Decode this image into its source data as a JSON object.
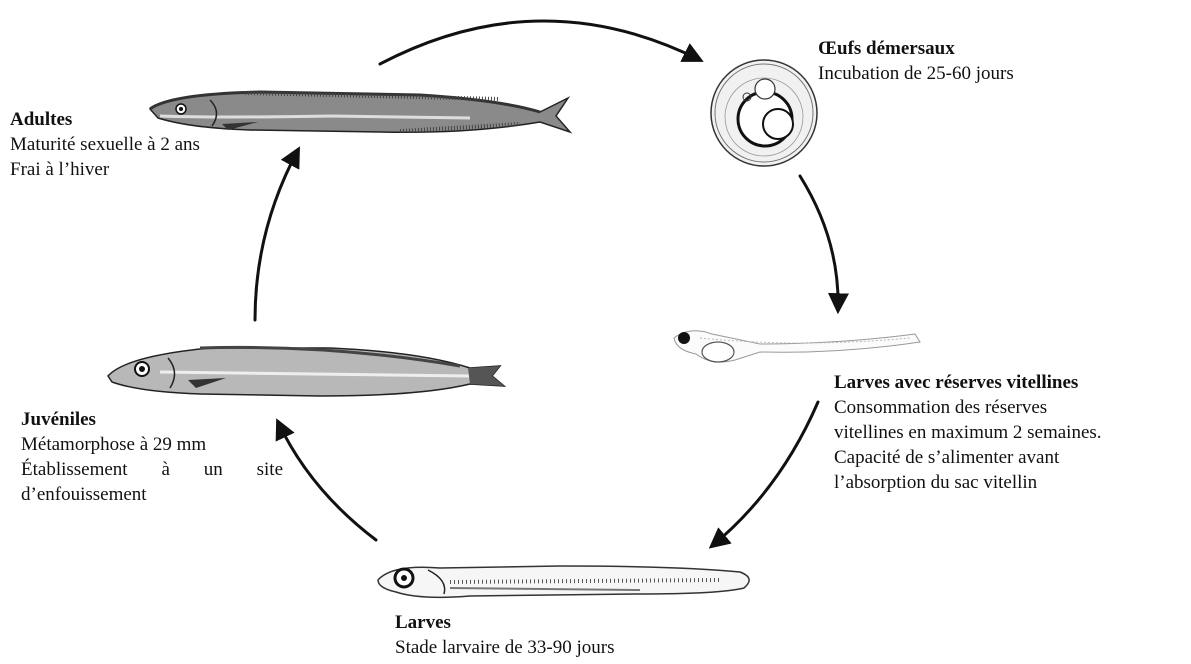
{
  "stages": {
    "adults": {
      "title": "Adultes",
      "lines": [
        "Maturité sexuelle à 2 ans",
        "Frai à l’hiver"
      ]
    },
    "eggs": {
      "title": "Œufs démersaux",
      "lines": [
        "Incubation de 25-60 jours"
      ]
    },
    "yolk_larvae": {
      "title": "Larves avec réserves vitellines",
      "lines": [
        "Consommation des réserves",
        "vitellines en maximum 2 semaines.",
        "Capacité de s’alimenter avant",
        "l’absorption du sac vitellin"
      ]
    },
    "larvae": {
      "title": "Larves",
      "lines": [
        "Stade larvaire de 33-90 jours"
      ]
    },
    "juveniles": {
      "title": "Juvéniles",
      "lines": [
        "Métamorphose à 29 mm",
        "Établissement à un site",
        "d’enfouissement"
      ]
    }
  },
  "illustrations": [
    "adult-fish",
    "demersal-egg",
    "yolk-sac-larva",
    "larva",
    "juvenile-fish"
  ],
  "arrow_color": "#111111"
}
